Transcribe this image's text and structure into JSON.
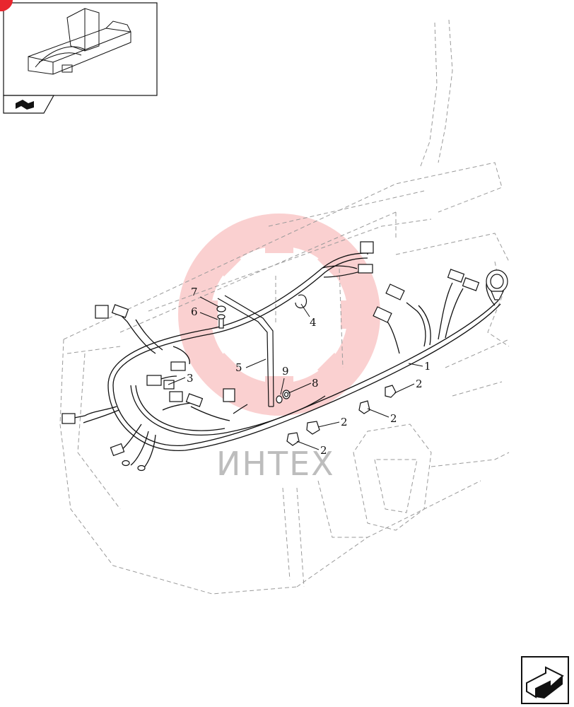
{
  "watermark": {
    "text": "ИНТЕХ",
    "color": "#f0a8a8"
  },
  "callouts": [
    {
      "id": "c7",
      "text": "7"
    },
    {
      "id": "c6",
      "text": "6"
    },
    {
      "id": "c4",
      "text": "4"
    },
    {
      "id": "c5",
      "text": "5"
    },
    {
      "id": "c9",
      "text": "9"
    },
    {
      "id": "c8",
      "text": "8"
    },
    {
      "id": "c1",
      "text": "1"
    },
    {
      "id": "c3",
      "text": "3"
    },
    {
      "id": "c2a",
      "text": "2"
    },
    {
      "id": "c2b",
      "text": "2"
    },
    {
      "id": "c2c",
      "text": "2"
    },
    {
      "id": "c2d",
      "text": "2"
    }
  ],
  "icons": {
    "thumbnail": "machine-frame-thumbnail",
    "prev_nav": "previous-page-arrow-icon",
    "next_nav": "next-page-arrow-icon"
  },
  "colors": {
    "line": "#111111",
    "ghost": "#9a9a9a",
    "watermark": "#f0a8a8",
    "badge": "#e8262e"
  }
}
